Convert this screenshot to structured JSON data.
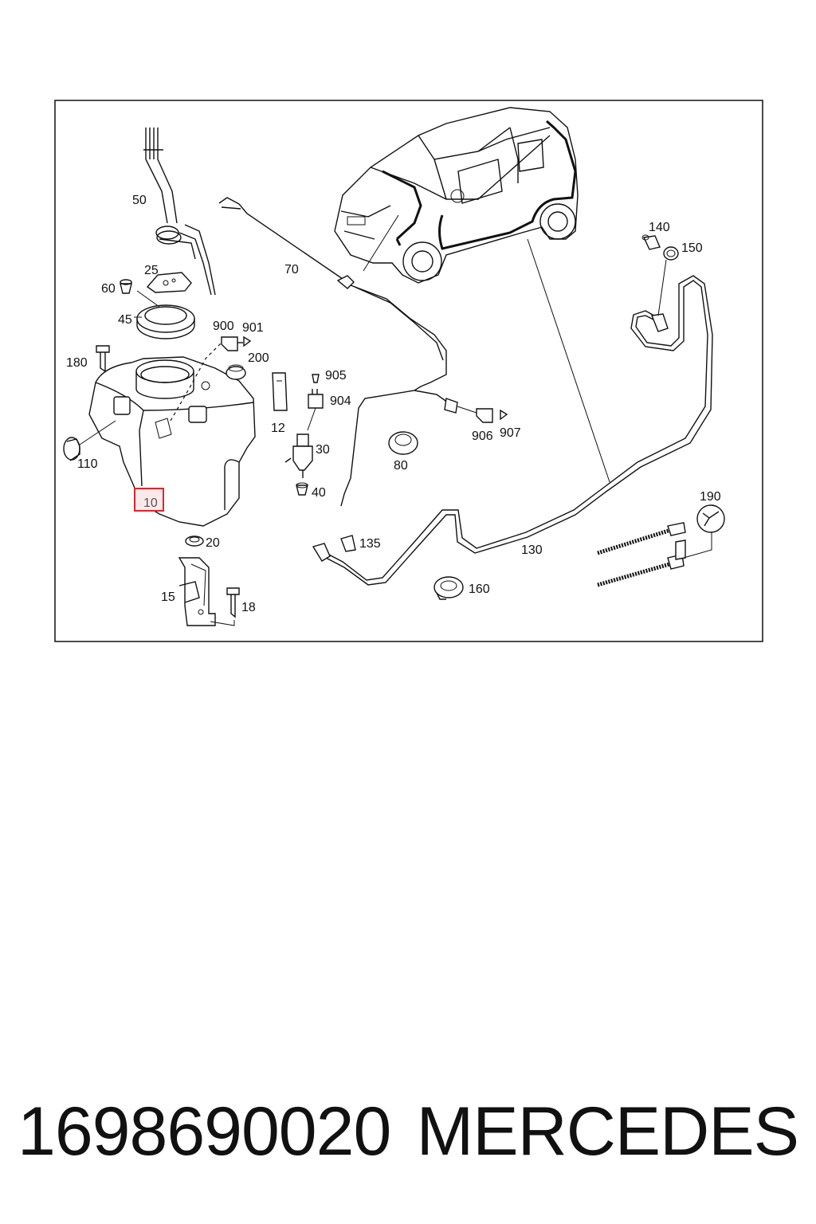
{
  "diagram": {
    "highlight_color": "#e0242c",
    "highlighted_callout": "10",
    "callouts": {
      "c50": "50",
      "c25": "25",
      "c60": "60",
      "c45": "45",
      "c180": "180",
      "c110": "110",
      "c10": "10",
      "c20": "20",
      "c15": "15",
      "c18": "18",
      "c900": "900",
      "c901": "901",
      "c200": "200",
      "c12": "12",
      "c905": "905",
      "c904": "904",
      "c30": "30",
      "c40": "40",
      "c70": "70",
      "c80": "80",
      "c906": "906",
      "c907": "907",
      "c140": "140",
      "c150": "150",
      "c130": "130",
      "c135": "135",
      "c160": "160",
      "c190": "190"
    }
  },
  "caption": {
    "part_number": "1698690020",
    "brand": "MERCEDES"
  }
}
